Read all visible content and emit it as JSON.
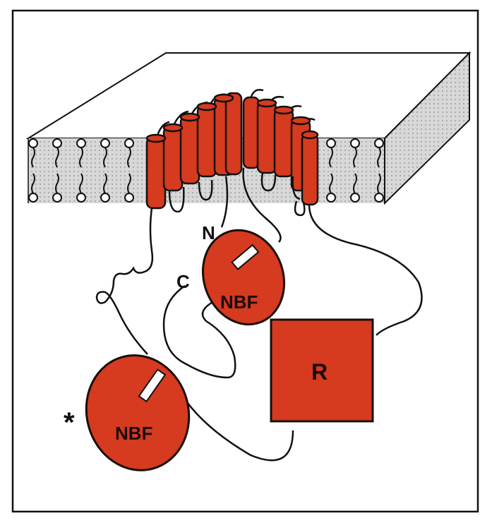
{
  "labels": {
    "n_terminus": "N",
    "c_terminus": "C",
    "nbf_upper": "NBF",
    "nbf_lower": "NBF",
    "r_domain": "R",
    "asterisk": "*"
  },
  "colors": {
    "protein_red": "#d63a1f",
    "protein_dark": "#1a0d08",
    "membrane_gray": "#c9c9c9",
    "membrane_side": "#b5b5b5",
    "frame": "#111111"
  }
}
